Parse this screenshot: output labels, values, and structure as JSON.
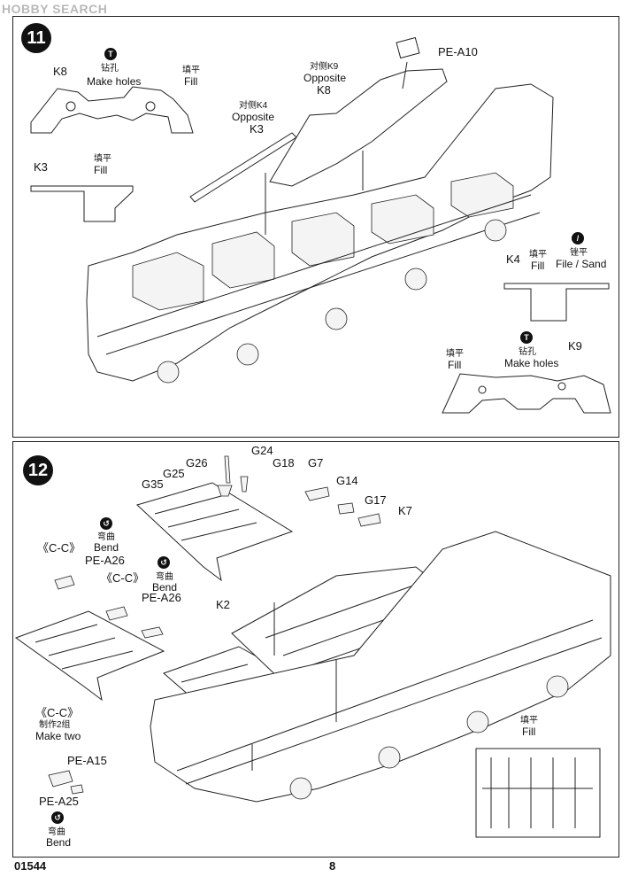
{
  "watermark": {
    "brand": "HOBBY",
    "suffix": "SEARCH"
  },
  "steps": [
    {
      "number": "11"
    },
    {
      "number": "12"
    }
  ],
  "step11": {
    "pe_a10": "PE-A10",
    "k8_top": {
      "label": "K8",
      "cn_drill": "钻孔",
      "en_drill": "Make holes",
      "cn_fill": "填平",
      "en_fill": "Fill"
    },
    "k3_side": {
      "label": "K3",
      "cn_fill": "填平",
      "en_fill": "Fill"
    },
    "k3_center": {
      "cn": "对侧K4",
      "en": "Opposite",
      "label": "K3"
    },
    "k8_center": {
      "cn": "对侧K9",
      "en": "Opposite",
      "label": "K8"
    },
    "k4_side": {
      "label": "K4",
      "cn_fill": "填平",
      "en_fill": "Fill",
      "cn_file": "锉平",
      "en_file": "File / Sand"
    },
    "k9_side": {
      "label": "K9",
      "cn_fill": "填平",
      "en_fill": "Fill",
      "cn_drill": "钻孔",
      "en_drill": "Make holes"
    }
  },
  "step12": {
    "parts": [
      "G24",
      "G26",
      "G18",
      "G25",
      "G35",
      "G7",
      "G14",
      "G17",
      "K7",
      "K2"
    ],
    "cc_left": "《C-C》",
    "pe_a26_1": "PE-A26",
    "cc_right": "《C-C》",
    "pe_a26_2": "PE-A26",
    "bend_cn": "弯曲",
    "bend_en": "Bend",
    "cc_bottom": "《C-C》",
    "make_two_cn": "制作2组",
    "make_two_en": "Make two",
    "pe_a15": "PE-A15",
    "pe_a25": "PE-A25",
    "fill_cn": "填平",
    "fill_en": "Fill"
  },
  "footer": {
    "code": "01544",
    "page": "8"
  }
}
